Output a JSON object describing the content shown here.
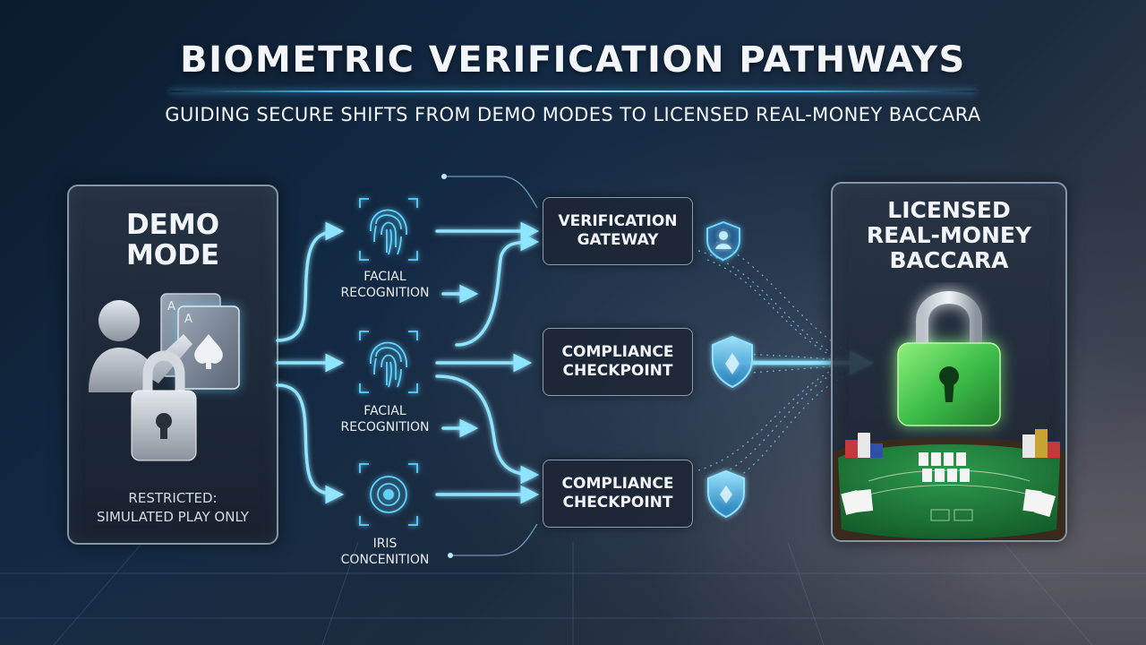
{
  "title": "BIOMETRIC VERIFICATION PATHWAYS",
  "subtitle": "GUIDING SECURE SHIFTS FROM DEMO MODES TO LICENSED REAL-MONEY BACCARA",
  "demo": {
    "title_line1": "DEMO",
    "title_line2": "MODE",
    "note_line1": "RESTRICTED:",
    "note_line2": "SIMULATED PLAY ONLY",
    "card_rank": "A"
  },
  "biometrics": [
    {
      "line1": "FACIAL",
      "line2": "RECOGNITION",
      "icon": "fingerprint-icon"
    },
    {
      "line1": "FACIAL",
      "line2": "RECOGNITION",
      "icon": "fingerprint-icon"
    },
    {
      "line1": "IRIS",
      "line2": "CONCENITION",
      "icon": "iris-scan-icon"
    }
  ],
  "steps": [
    {
      "line1": "VERIFICATION",
      "line2": "GATEWAY",
      "icon": "user-shield-icon"
    },
    {
      "line1": "COMPLIANCE",
      "line2": "CHECKPOINT",
      "icon": "shield-icon"
    },
    {
      "line1": "COMPLIANCE",
      "line2": "CHECKPOINT",
      "icon": "shield-icon"
    }
  ],
  "licensed": {
    "title_line1": "LICENSED",
    "title_line2": "REAL-MONEY",
    "title_line3": "BACCARA"
  },
  "colors": {
    "accent": "#5fd2ff",
    "accent_glow": "#2ea8e6",
    "lock_green": "#3fbf4a",
    "felt_green": "#1e7a3a"
  }
}
